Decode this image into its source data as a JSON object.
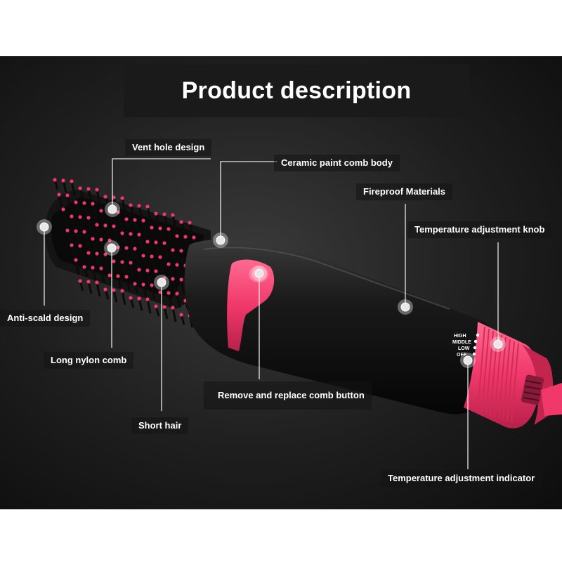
{
  "title": "Product description",
  "callouts": {
    "vent_hole": "Vent hole design",
    "ceramic_body": "Ceramic paint comb body",
    "fireproof": "Fireproof Materials",
    "temp_knob": "Temperature adjustment knob",
    "anti_scald": "Anti-scald design",
    "long_nylon": "Long nylon comb",
    "remove_button": "Remove and replace comb button",
    "short_hair": "Short hair",
    "temp_indicator": "Temperature adjustment indicator"
  },
  "indicator_levels": [
    "HIGH",
    "MIDDLE",
    "LOW",
    "OFF"
  ],
  "colors": {
    "accent": "#f0386b",
    "body": "#151515",
    "background": "#1e1e1e"
  }
}
